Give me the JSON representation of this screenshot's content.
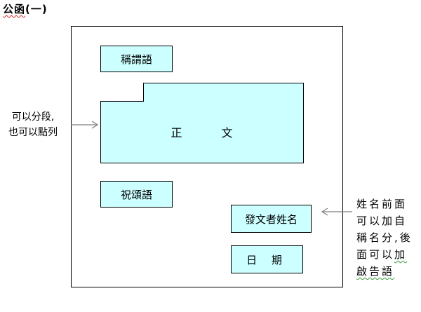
{
  "title": {
    "main": "公函",
    "suffix": "(一)"
  },
  "boxes": {
    "salutation": "稱謂語",
    "body": "正文",
    "closing": "祝頌語",
    "sender": "發文者姓名",
    "date": "日 期"
  },
  "notes": {
    "left": {
      "line1": "可以分段,",
      "line2": "也可以點列"
    },
    "right": {
      "line1": "姓名前面",
      "line2": "可以加自",
      "line3": "稱名分,後",
      "line4_plain": "面可以",
      "line4_mark": "加",
      "line5": "啟告語"
    }
  },
  "colors": {
    "box_fill": "#ccffff",
    "arrow": "#808080",
    "outline": "#000000"
  }
}
